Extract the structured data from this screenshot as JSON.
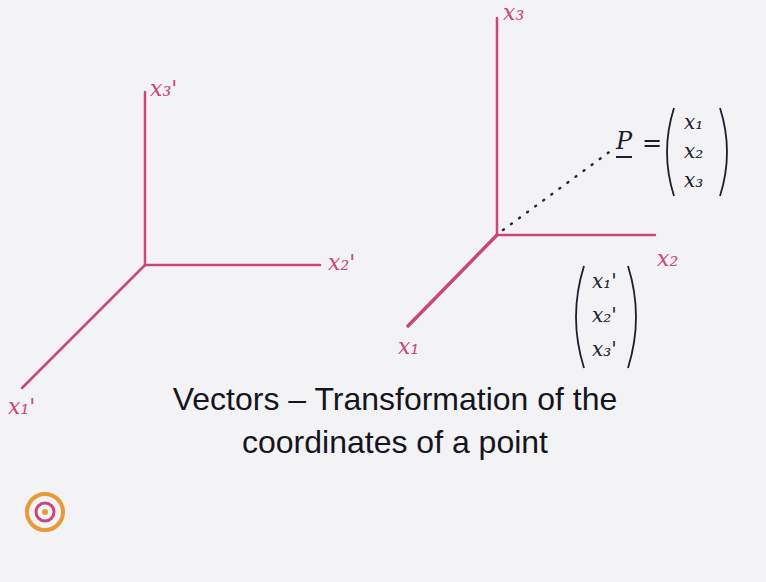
{
  "diagram": {
    "caption": "Vectors – Transformation of the coordinates of a point",
    "labels": [
      "x₃'",
      "x₂'",
      "x₁'",
      "x₃",
      "x₂",
      "x₁",
      "P",
      "=",
      "x₁",
      "x₂",
      "x₃",
      "x₁'",
      "x₂'",
      "x₃'"
    ]
  }
}
